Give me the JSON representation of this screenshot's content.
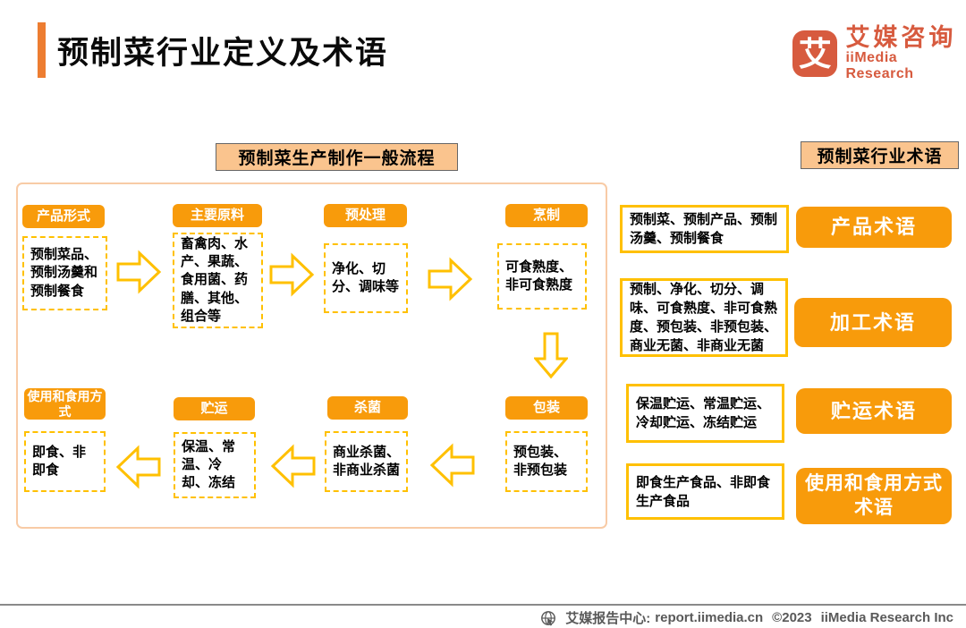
{
  "page": {
    "title": "预制菜行业定义及术语"
  },
  "logo": {
    "icon_char": "艾",
    "name_cn": "艾媒咨询",
    "name_en": "iiMedia Research"
  },
  "flow": {
    "header": "预制菜生产制作一般流程",
    "steps": [
      {
        "label": "产品形式",
        "content": "预制菜品、预制汤羹和预制餐食"
      },
      {
        "label": "主要原料",
        "content": "畜禽肉、水产、果蔬、食用菌、药膳、其他、组合等"
      },
      {
        "label": "预处理",
        "content": "净化、切分、调味等"
      },
      {
        "label": "烹制",
        "content": "可食熟度、非可食熟度"
      },
      {
        "label": "包装",
        "content": "预包装、非预包装"
      },
      {
        "label": "杀菌",
        "content": "商业杀菌、非商业杀菌"
      },
      {
        "label": "贮运",
        "content": "保温、常温、冷却、冻结"
      },
      {
        "label": "使用和食用方式",
        "content": "即食、非即食"
      }
    ]
  },
  "terms": {
    "header": "预制菜行业术语",
    "rows": [
      {
        "items": "预制菜、预制产品、预制汤羹、预制餐食",
        "category": "产品术语"
      },
      {
        "items": "预制、净化、切分、调味、可食熟度、非可食熟度、预包装、非预包装、商业无菌、非商业无菌",
        "category": "加工术语"
      },
      {
        "items": "保温贮运、常温贮运、冷却贮运、冻结贮运",
        "category": "贮运术语"
      },
      {
        "items": "即食生产食品、非即食生产食品",
        "category": "使用和食用方式术语"
      }
    ]
  },
  "footer": {
    "center_label": "艾媒报告中心:",
    "url": "report.iimedia.cn",
    "copyright": "©2023",
    "company": "iiMedia Research Inc"
  },
  "icons": {
    "footer": "globe-cursor-icon",
    "flow_forward": "flow-arrow-right-icon",
    "flow_down": "flow-arrow-down-icon",
    "flow_back": "flow-arrow-left-icon"
  },
  "colors": {
    "accent_orange": "#F89B0B",
    "gold": "#FFC000",
    "title_bar": "#ED7D31",
    "logo": "#D75B3F",
    "header_tan": "#FAC48E",
    "container_border": "#F8CBA6",
    "footer_text": "#595959"
  }
}
